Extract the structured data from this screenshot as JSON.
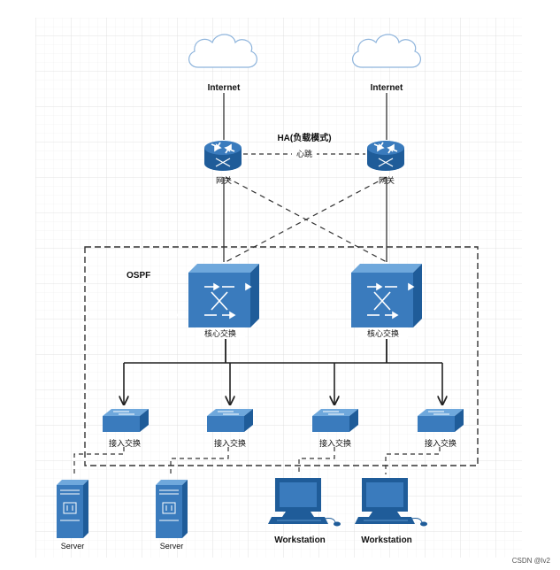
{
  "colors": {
    "device_blue": "#3a7bbd",
    "device_dark": "#1f5c99",
    "device_light": "#6fa8dc",
    "cloud_fill": "#ffffff",
    "cloud_stroke": "#8eb4dc",
    "line": "#222222",
    "grid": "#e4e4e4"
  },
  "labels": {
    "internet_left": "Internet",
    "internet_right": "Internet",
    "ha_title": "HA(负载模式)",
    "heartbeat": "心跳",
    "gateway_left": "网关",
    "gateway_right": "网关",
    "ospf": "OSPF",
    "core_left": "核心交换",
    "core_right": "核心交换",
    "access_1": "接入交换",
    "access_2": "接入交换",
    "access_3": "接入交换",
    "access_4": "接入交换",
    "server_1": "Server",
    "server_2": "Server",
    "workstation_1": "Workstation",
    "workstation_2": "Workstation",
    "watermark": "CSDN @lv2"
  },
  "icons": {
    "cloud": "cloud-icon",
    "router": "router-icon",
    "core_switch": "core-switch-icon",
    "access_switch": "access-switch-icon",
    "server": "server-icon",
    "workstation": "workstation-icon"
  }
}
